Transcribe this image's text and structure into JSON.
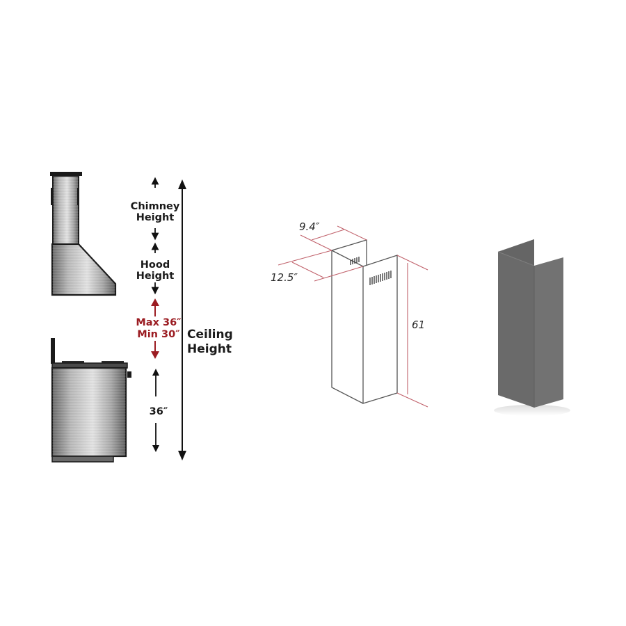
{
  "installation_diagram": {
    "chimney_label_line1": "Chimney",
    "chimney_label_line2": "Height",
    "hood_label_line1": "Hood",
    "hood_label_line2": "Height",
    "clearance_max": "Max 36″",
    "clearance_min": "Min 30″",
    "counter_height": "36″",
    "ceiling_label_line1": "Ceiling",
    "ceiling_label_line2": "Height",
    "clearance_color": "#9b1c22"
  },
  "chimney_dimensions": {
    "depth": "9.4″",
    "width": "12.5″",
    "height": "61",
    "dimension_line_color": "#c0606a"
  },
  "product_render": {
    "color": "#6e6e6e",
    "description": "chimney extension"
  }
}
